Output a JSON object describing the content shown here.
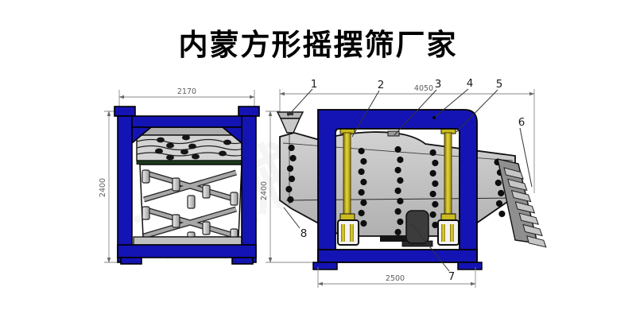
{
  "title": "内蒙方形摇摆筛厂家",
  "watermark": "机械",
  "colors": {
    "frame_blue": "#1414b4",
    "rod_yellow": "#c8b41e",
    "body_gray": "#c6c6c6",
    "outline_black": "#111111",
    "dimension_gray": "#5c5c5c"
  },
  "views": {
    "front": {
      "name": "front-view",
      "width_dim": "2170",
      "height_dim": "2400"
    },
    "side": {
      "name": "side-view",
      "length_dim": "4050",
      "height_dim": "2400",
      "base_dim": "2500",
      "part_labels": [
        "1",
        "2",
        "3",
        "4",
        "5",
        "6",
        "7",
        "8"
      ]
    }
  }
}
